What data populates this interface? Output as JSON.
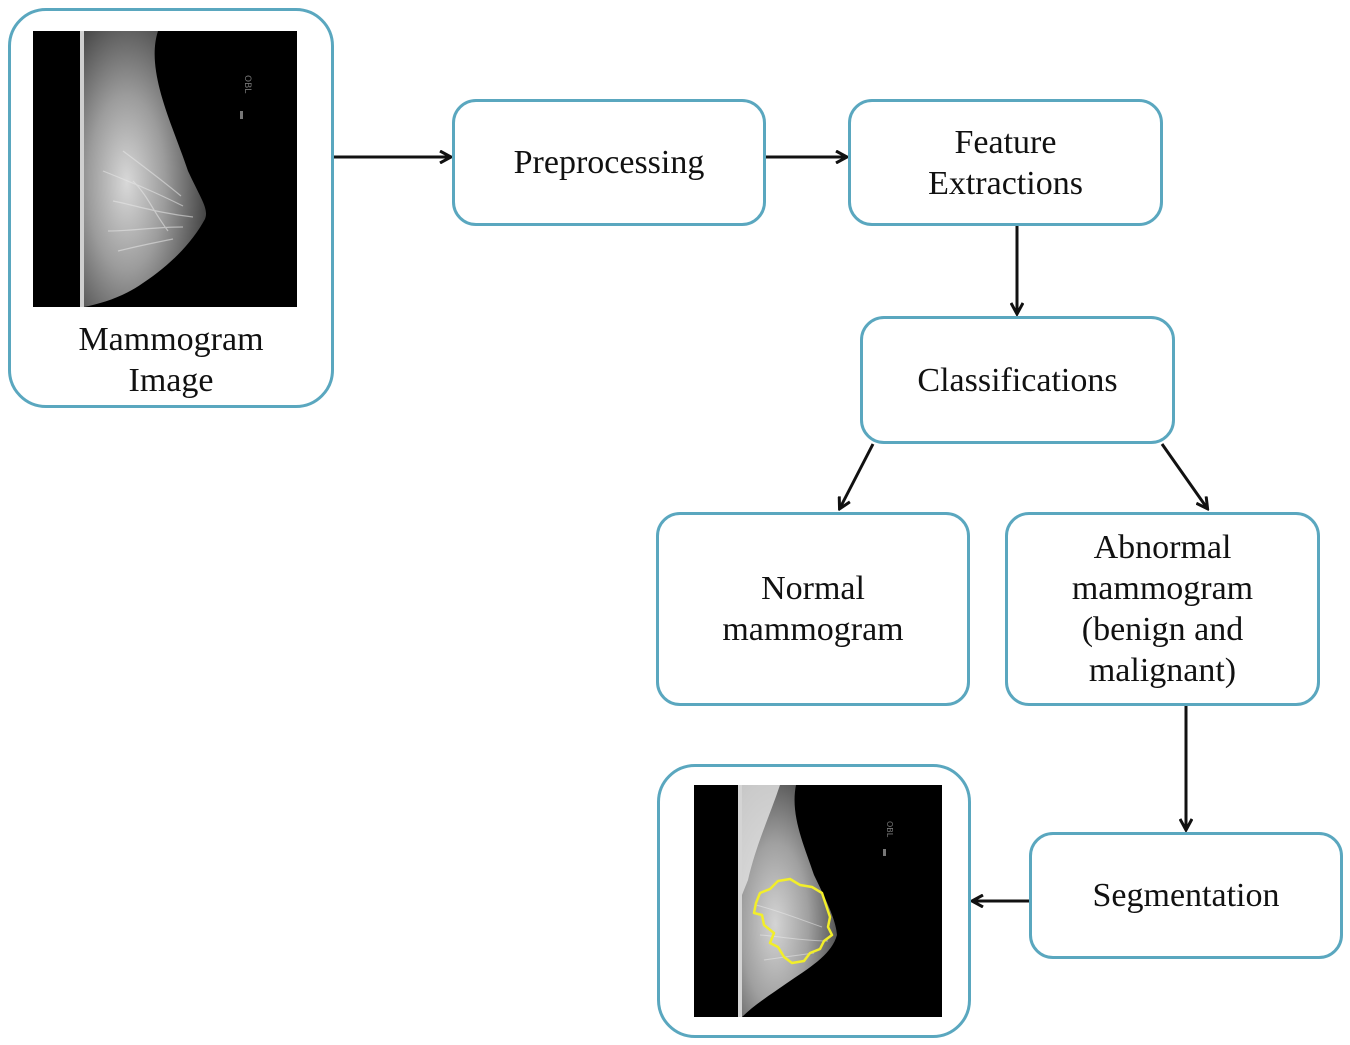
{
  "nodes": {
    "input": {
      "caption": "Mammogram\nImage"
    },
    "preprocessing": {
      "label": "Preprocessing"
    },
    "feature_extraction": {
      "label": "Feature\nExtractions"
    },
    "classification": {
      "label": "Classifications"
    },
    "normal": {
      "label": "Normal\nmammogram"
    },
    "abnormal": {
      "label": "Abnormal\nmammogram\n(benign and\nmalignant)"
    },
    "segmentation": {
      "label": "Segmentation"
    },
    "output": {
      "caption": ""
    }
  },
  "image_marker_text": "OBL",
  "colors": {
    "box_border": "#5aa7bf",
    "arrow": "#111111",
    "segmentation_outline": "#f2ee2a"
  }
}
